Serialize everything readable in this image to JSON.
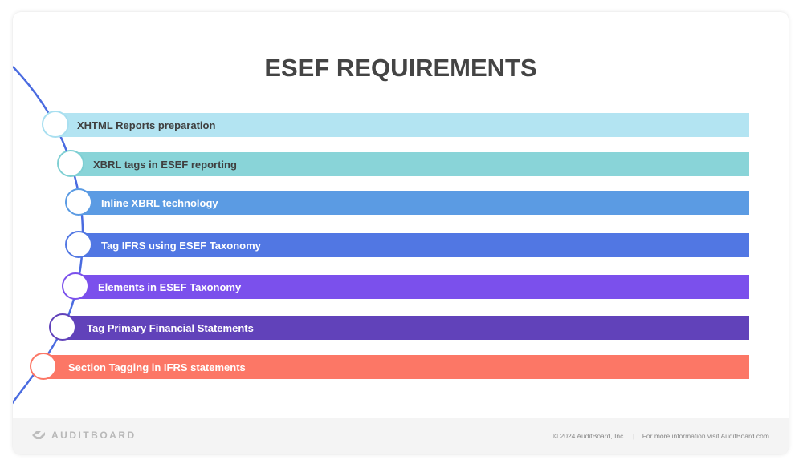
{
  "slide": {
    "title": "ESEF REQUIREMENTS"
  },
  "steps": [
    {
      "label": "XHTML Reports preparation",
      "color": "#b3e4f2",
      "border": "#a8dff0",
      "text_color": "#3f3f3f"
    },
    {
      "label": "XBRL tags in ESEF reporting",
      "color": "#89d4d8",
      "border": "#7ecfd3",
      "text_color": "#3f3f3f"
    },
    {
      "label": "Inline XBRL technology",
      "color": "#5b9be3",
      "border": "#5b9be3",
      "text_color": "#ffffff"
    },
    {
      "label": "Tag IFRS using ESEF Taxonomy",
      "color": "#5177e3",
      "border": "#5177e3",
      "text_color": "#ffffff"
    },
    {
      "label": "Elements in ESEF Taxonomy",
      "color": "#7b50ec",
      "border": "#7b50ec",
      "text_color": "#ffffff"
    },
    {
      "label": "Tag Primary Financial Statements",
      "color": "#6142ba",
      "border": "#6142ba",
      "text_color": "#ffffff"
    },
    {
      "label": "Section Tagging in IFRS statements",
      "color": "#fc7766",
      "border": "#fc7766",
      "text_color": "#ffffff"
    }
  ],
  "footer": {
    "logo_text": "AUDITBOARD",
    "copyright": "© 2024  AuditBoard, Inc.",
    "separator": "|",
    "info": "For more information visit AuditBoard.com"
  },
  "colors": {
    "curve": "#4a6be0",
    "title": "#444444",
    "footer_bg": "#f4f4f4"
  }
}
